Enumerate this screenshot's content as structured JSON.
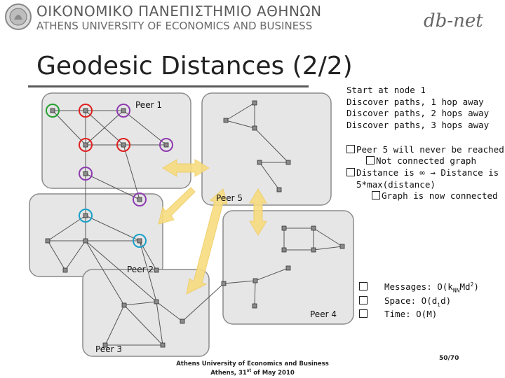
{
  "header": {
    "university_greek": "ΟΙΚΟΝΟΜΙΚΟ ΠΑΝΕΠΙΣΤΗΜΙΟ ΑΘΗΝΩΝ",
    "university_english": "ATHENS UNIVERSITY OF ECONOMICS AND BUSINESS",
    "lab_logo": "db-net"
  },
  "slide": {
    "title": "Geodesic Distances (2/2)"
  },
  "peers": {
    "peer1": "Peer 1",
    "peer2": "Peer 2",
    "peer3": "Peer 3",
    "peer4": "Peer 4",
    "peer5": "Peer 5"
  },
  "steps": [
    "Start at node 1",
    "Discover paths, 1 hop away",
    "Discover paths, 2 hops away",
    "Discover paths, 3 hops away"
  ],
  "notes": {
    "n1": "Peer 5 will never be reached!",
    "n1a": "Not connected graph",
    "n2a": "Distance is ∞ → Distance is",
    "n2b": "5*max(distance)",
    "n2c": "Graph is now connected"
  },
  "complexity": [
    {
      "label": "Messages: O(k",
      "sub": "NN",
      "rest": "Md",
      "sup": "2",
      "end": ")"
    },
    {
      "label": "Space: O(d",
      "sub": "i",
      "rest": "d",
      "sup": "",
      "end": ")"
    },
    {
      "label": "Time: O(M)",
      "sub": "",
      "rest": "",
      "sup": "",
      "end": ""
    }
  ],
  "footer": {
    "line1": "Athens University of Economics and Business",
    "line2_a": "Athens, 31",
    "line2_sup": "st",
    "line2_b": " of May 2010"
  },
  "page_number": "50/70",
  "colors": {
    "peer_fill": "#e6e6e6",
    "peer_border": "#8c8c8c",
    "arrow": "#f7dc80",
    "hop1": "#e02020",
    "hop2": "#8e3cb0",
    "hop3": "#19a0c8",
    "start": "#25a030"
  }
}
